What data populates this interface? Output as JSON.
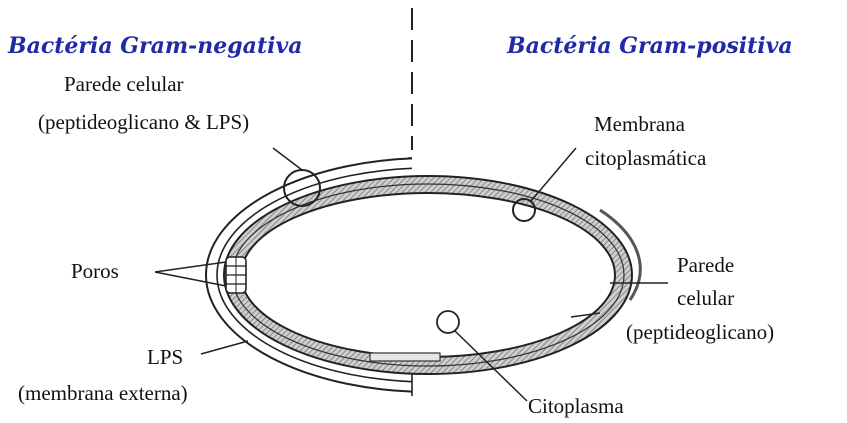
{
  "headers": {
    "gram_negative": "Bactéria Gram-negativa",
    "gram_positive": "Bactéria Gram-positiva"
  },
  "labels": {
    "cell_wall_neg_line1": "Parede celular",
    "cell_wall_neg_line2": "(peptideoglicano & LPS)",
    "membrane_line1": "Membrana",
    "membrane_line2": "citoplasmática",
    "pores": "Poros",
    "cell_wall_pos_line1": "Parede",
    "cell_wall_pos_line2": "celular",
    "cell_wall_pos_line3": "(peptideoglicano)",
    "lps_line1": "LPS",
    "lps_line2": "(membrana externa)",
    "cytoplasm": "Citoplasma"
  },
  "colors": {
    "header_text": "#1f2aa6",
    "label_text": "#111111",
    "outline": "#222222",
    "wall_fill": "#b5b5b5"
  }
}
